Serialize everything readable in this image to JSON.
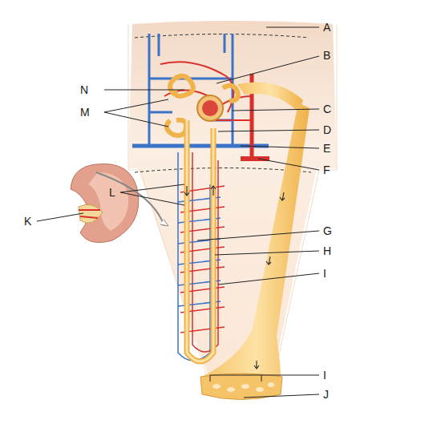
{
  "diagram": {
    "labels": [
      "A",
      "B",
      "N",
      "M",
      "C",
      "D",
      "E",
      "F",
      "L",
      "K",
      "G",
      "H",
      "I",
      "I",
      "J"
    ]
  }
}
